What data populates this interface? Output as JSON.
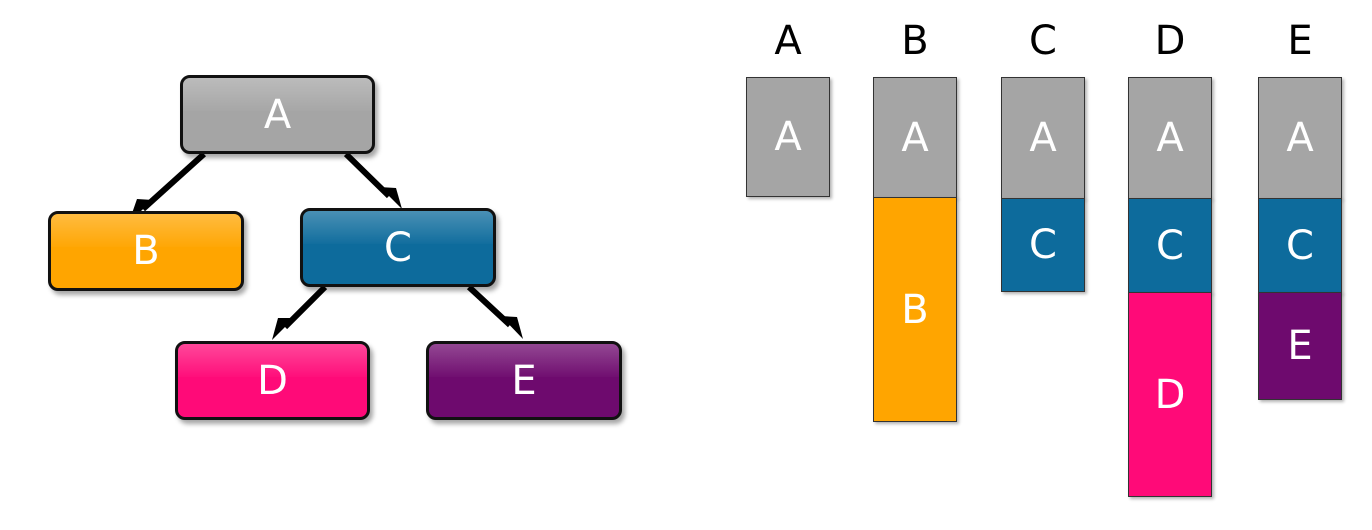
{
  "colors": {
    "A": "#a5a5a5",
    "B": "#ffa500",
    "C": "#0d6b9c",
    "D": "#ff0a78",
    "E": "#6e0a6e",
    "edge": "#000000"
  },
  "tree": {
    "nodes": [
      {
        "id": "A",
        "label": "A"
      },
      {
        "id": "B",
        "label": "B"
      },
      {
        "id": "C",
        "label": "C"
      },
      {
        "id": "D",
        "label": "D"
      },
      {
        "id": "E",
        "label": "E"
      }
    ],
    "edges": [
      {
        "from": "A",
        "to": "B"
      },
      {
        "from": "A",
        "to": "C"
      },
      {
        "from": "C",
        "to": "D"
      },
      {
        "from": "C",
        "to": "E"
      }
    ]
  },
  "stacks": [
    {
      "label": "A",
      "frames": [
        "A"
      ]
    },
    {
      "label": "B",
      "frames": [
        "A",
        "B"
      ]
    },
    {
      "label": "C",
      "frames": [
        "A",
        "C"
      ]
    },
    {
      "label": "D",
      "frames": [
        "A",
        "C",
        "D"
      ]
    },
    {
      "label": "E",
      "frames": [
        "A",
        "C",
        "E"
      ]
    }
  ]
}
